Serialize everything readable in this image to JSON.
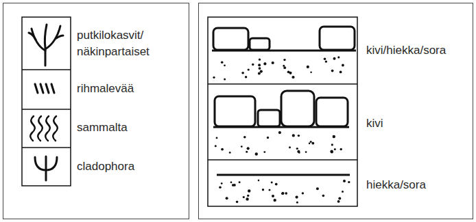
{
  "diagram": {
    "legend": [
      {
        "text": "putkilokasvit/ näkinpartaiset"
      },
      {
        "text": "rihmalevää"
      },
      {
        "text": "sammalta"
      },
      {
        "text": "cladophora"
      },
      {
        "text": "kivi/hiekka/sora"
      },
      {
        "text": "kivi"
      },
      {
        "text": "hiekka/sora"
      }
    ]
  }
}
